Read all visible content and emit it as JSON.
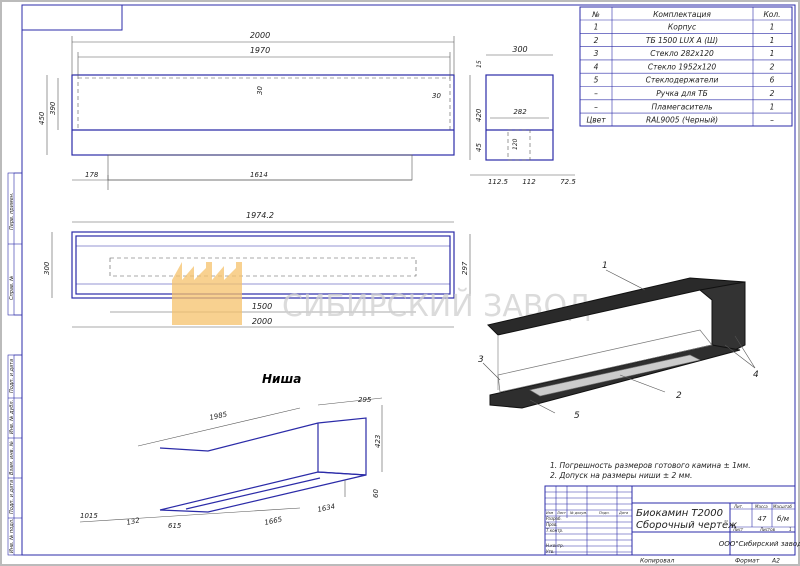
{
  "spec_table": {
    "headers": [
      "№",
      "Комплектация",
      "Кол."
    ],
    "rows": [
      [
        "1",
        "Корпус",
        "1"
      ],
      [
        "2",
        "ТБ 1500 LUX A (Ш)",
        "1"
      ],
      [
        "3",
        "Стекло 282х120",
        "1"
      ],
      [
        "4",
        "Стекло 1952х120",
        "2"
      ],
      [
        "5",
        "Стеклодержатели",
        "6"
      ],
      [
        "–",
        "Ручка для ТБ",
        "2"
      ],
      [
        "–",
        "Пламегаситель",
        "1"
      ],
      [
        "Цвет",
        "RAL9005 (Черный)",
        "–"
      ]
    ]
  },
  "front_view": {
    "dims": [
      "2000",
      "1970",
      "30",
      "30",
      "450",
      "390",
      "178",
      "1614"
    ]
  },
  "side_view": {
    "dims": [
      "300",
      "15",
      "420",
      "282",
      "120",
      "45",
      "112.5",
      "112",
      "72.5"
    ]
  },
  "top_view": {
    "dims": [
      "1974.2",
      "300",
      "297",
      "1500",
      "2000"
    ]
  },
  "watermark": {
    "text": "СИБИРСКИЙ ЗАВОД",
    "color": "#f5c26b"
  },
  "iso_view": {
    "callouts": [
      "1",
      "2",
      "3",
      "4",
      "5"
    ]
  },
  "niche": {
    "title": "Ниша",
    "dims": [
      "1985",
      "295",
      "423",
      "60",
      "1634",
      "1665",
      "615",
      "132",
      "1015"
    ]
  },
  "notes": [
    "1. Погрешность размеров готового камина ± 1мм.",
    "2. Допуск на размеры ниши ± 2 мм."
  ],
  "title_block": {
    "product": "Биокамин Т2000",
    "doc_type": "Сборочный чертёж",
    "col_headers": [
      "Изм",
      "Лист",
      "№ докум.",
      "Подп.",
      "Дата"
    ],
    "roles": [
      "Разраб.",
      "Пров.",
      "Т.контр.",
      "Н.контр.",
      "Утв."
    ],
    "lit_label": "Лит.",
    "mass_label": "Масса",
    "scale_label": "Масштаб",
    "mass": "47",
    "scale": "б/м",
    "sheet_label": "Лист",
    "sheets_label": "Листов",
    "sheets": "1",
    "company": "ООО\"Сибирский завод\"",
    "copied": "Копировал",
    "format_label": "Формат",
    "format": "А2"
  },
  "side_stamp": [
    "Перв. примен.",
    "Справ. №",
    "Подп. и дата",
    "Инв. № дубл.",
    "Взам. инв. №",
    "Подп. и дата",
    "Инв. № подл."
  ]
}
